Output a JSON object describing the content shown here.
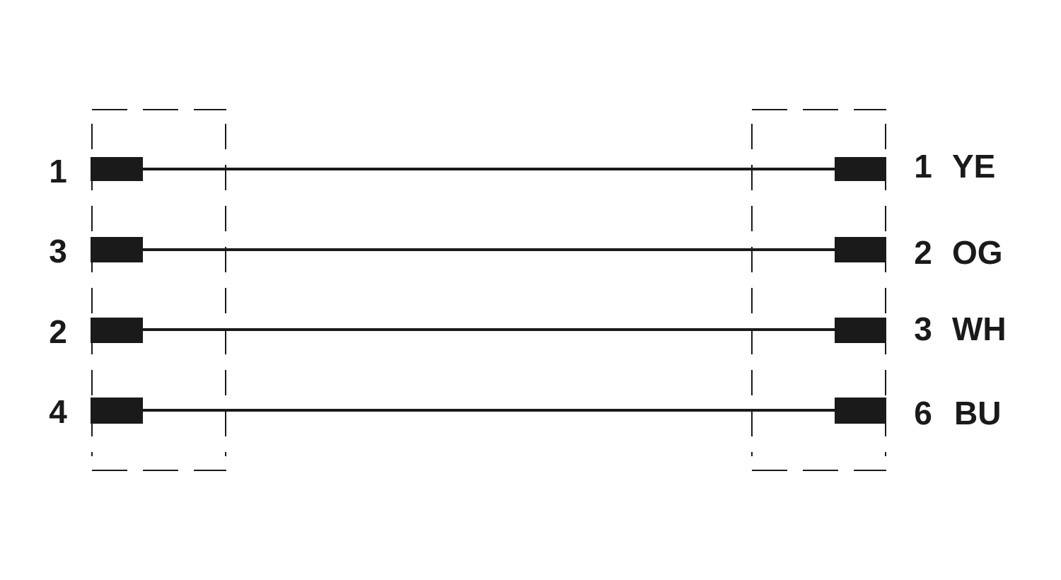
{
  "colors": {
    "ink": "#1a1a1a",
    "background": "#ffffff"
  },
  "connections": [
    {
      "left_pin": "1",
      "right_pin": "1",
      "right_color": "YE"
    },
    {
      "left_pin": "3",
      "right_pin": "2",
      "right_color": "OG"
    },
    {
      "left_pin": "2",
      "right_pin": "3",
      "right_color": "WH"
    },
    {
      "left_pin": "4",
      "right_pin": "6",
      "right_color": "BU"
    }
  ]
}
